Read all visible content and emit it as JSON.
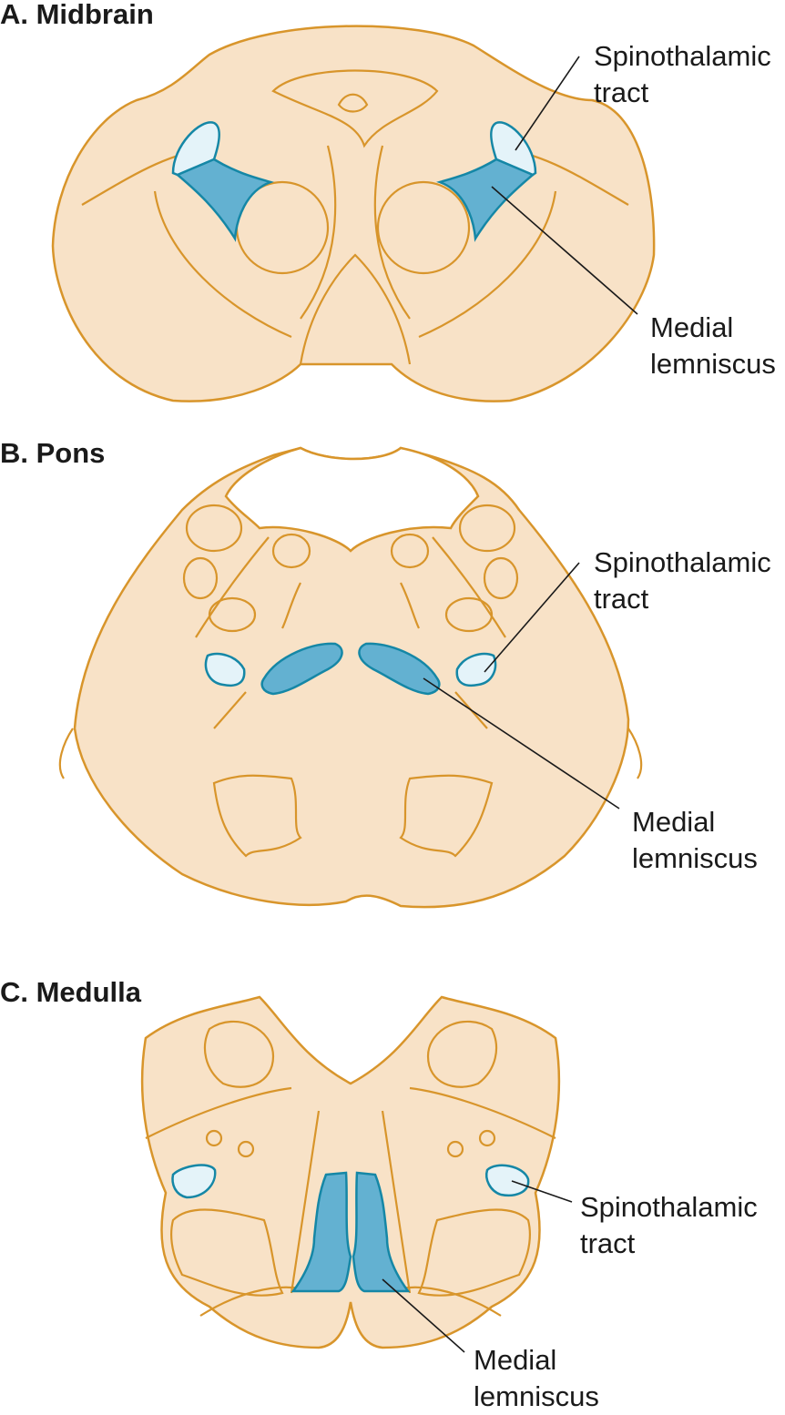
{
  "panels": [
    {
      "title": "A. Midbrain",
      "labels": {
        "spinothalamic": [
          "Spinothalamic",
          "tract"
        ],
        "medial": [
          "Medial",
          "lemniscus"
        ]
      }
    },
    {
      "title": "B. Pons",
      "labels": {
        "spinothalamic": [
          "Spinothalamic",
          "tract"
        ],
        "medial": [
          "Medial",
          "lemniscus"
        ]
      }
    },
    {
      "title": "C. Medulla",
      "labels": {
        "spinothalamic": [
          "Spinothalamic",
          "tract"
        ],
        "medial": [
          "Medial",
          "lemniscus"
        ]
      }
    }
  ],
  "colors": {
    "tissue": "#f8e2c7",
    "outline": "#d8952b",
    "medial_lemniscus": "#63b1d1",
    "spinothalamic": "#e4f3f9"
  }
}
